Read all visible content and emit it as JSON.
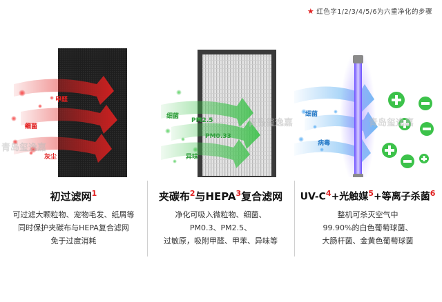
{
  "note": {
    "star": "★",
    "text": "红色字1/2/3/4/5/6为六重净化的步骤"
  },
  "watermark": "青岛玺逸嘉",
  "panels": [
    {
      "title": "初过滤网",
      "sup": "1",
      "labels": [
        "甲醛",
        "细菌",
        "灰尘"
      ],
      "desc": [
        "可过滤大颗粒物、宠物毛发、纸屑等",
        "同时保护夹碳布与HEPA复合滤网",
        "免于过度消耗"
      ]
    },
    {
      "title_a": "夹碳布",
      "sup_a": "2",
      "title_b": "与HEPA",
      "sup_b": "3",
      "title_c": "复合滤网",
      "labels": [
        "细菌",
        "PM2.5",
        "PM0.33",
        "异味"
      ],
      "desc": [
        "净化可吸入微粒物、细菌、",
        "PM0.3、PM2.5、",
        "过敏原，吸附甲醛、甲苯、异味等"
      ]
    },
    {
      "title_a": "UV-C",
      "sup_a": "4",
      "title_b": "+光触媒",
      "sup_b": "5",
      "title_c": "+等离子杀菌",
      "sup_c": "6",
      "labels": [
        "细菌",
        "病毒"
      ],
      "desc": [
        "整机可杀灭空气中",
        "99.90%的白色葡萄球菌、",
        "大肠杆菌、金黄色葡萄球菌"
      ]
    }
  ],
  "colors": {
    "accent_red": "#e02020",
    "green": "#3cc24a",
    "blue": "#4aa6f0",
    "uv_purple": "#7b5cff"
  }
}
